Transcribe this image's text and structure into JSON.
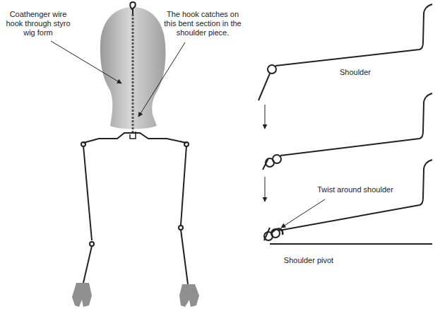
{
  "diagram": {
    "labels": [
      "Coathenger wire hook through styro wig form",
      "The hook catches on this bent section in the shoulder piece.",
      "Shoulder",
      "Twist around shoulder",
      "Shoulder pivot"
    ]
  }
}
